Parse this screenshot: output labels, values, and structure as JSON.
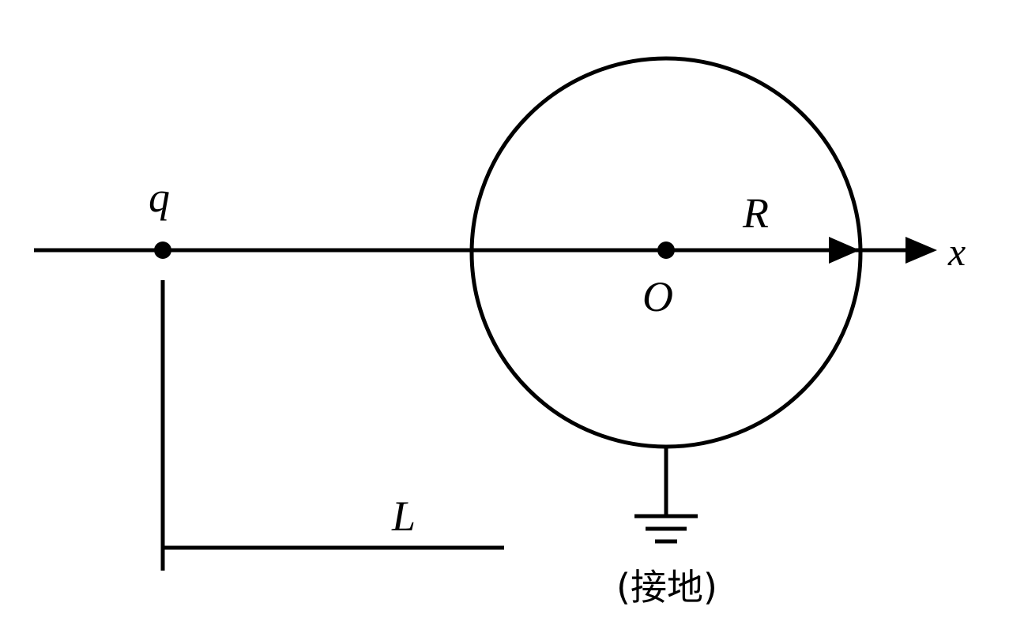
{
  "labels": {
    "charge": "q",
    "radius": "R",
    "center": "O",
    "axis": "x",
    "distance": "L",
    "ground": "(接地)"
  },
  "colors": {
    "ink": "#000000",
    "background": "#ffffff"
  }
}
